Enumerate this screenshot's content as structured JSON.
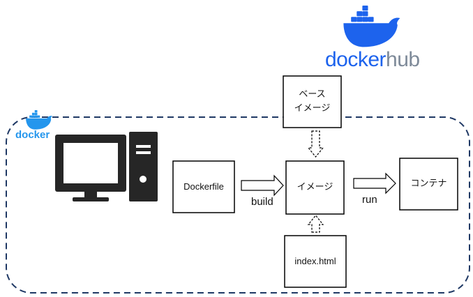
{
  "logos": {
    "hub_main": "docker",
    "hub_suffix": "hub",
    "small": "docker"
  },
  "nodes": {
    "base_image": {
      "line1": "ベース",
      "line2": "イメージ"
    },
    "dockerfile": "Dockerfile",
    "image": "イメージ",
    "container": "コンテナ",
    "index_html": "index.html"
  },
  "edges": {
    "build": "build",
    "run": "run"
  },
  "colors": {
    "docker_blue": "#1d63ed",
    "docker_blue_light": "#2496ed",
    "hub_gray": "#7e8a99",
    "boundary": "#1f3864",
    "computer": "#262626"
  },
  "icons": {
    "computer": "desktop-computer-icon",
    "whale_large": "docker-whale-icon",
    "whale_small": "docker-whale-icon"
  }
}
